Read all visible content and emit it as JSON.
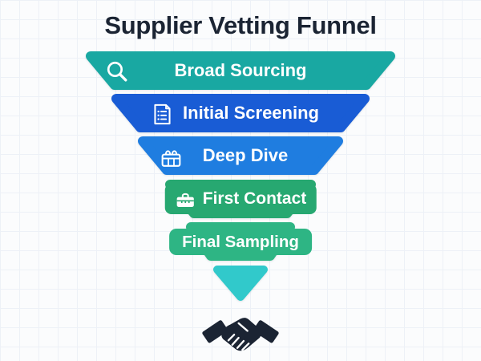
{
  "title": "Supplier Vetting Funnel",
  "colors": {
    "background": "#fbfcfd",
    "grid_line": "#edf1f7",
    "title_text": "#1b2433",
    "label_text": "#ffffff",
    "handshake": "#1b2433",
    "funnel_tip": "#31c9cb"
  },
  "funnel": {
    "stages": [
      {
        "label": "Broad Sourcing",
        "icon": "magnifier-icon",
        "color": "#19a8a2"
      },
      {
        "label": "Initial Screening",
        "icon": "checklist-document-icon",
        "color": "#195cd5"
      },
      {
        "label": "Deep Dive",
        "icon": "basket-icon",
        "color": "#1f7de0"
      },
      {
        "label": "First Contact",
        "icon": "toolbox-icon",
        "color": "#27a871"
      },
      {
        "label": "Final Sampling",
        "icon": "none",
        "color": "#2eb584"
      }
    ],
    "tip": {
      "shape": "triangle",
      "color": "#31c9cb"
    },
    "bottom_icon": "handshake-icon"
  }
}
